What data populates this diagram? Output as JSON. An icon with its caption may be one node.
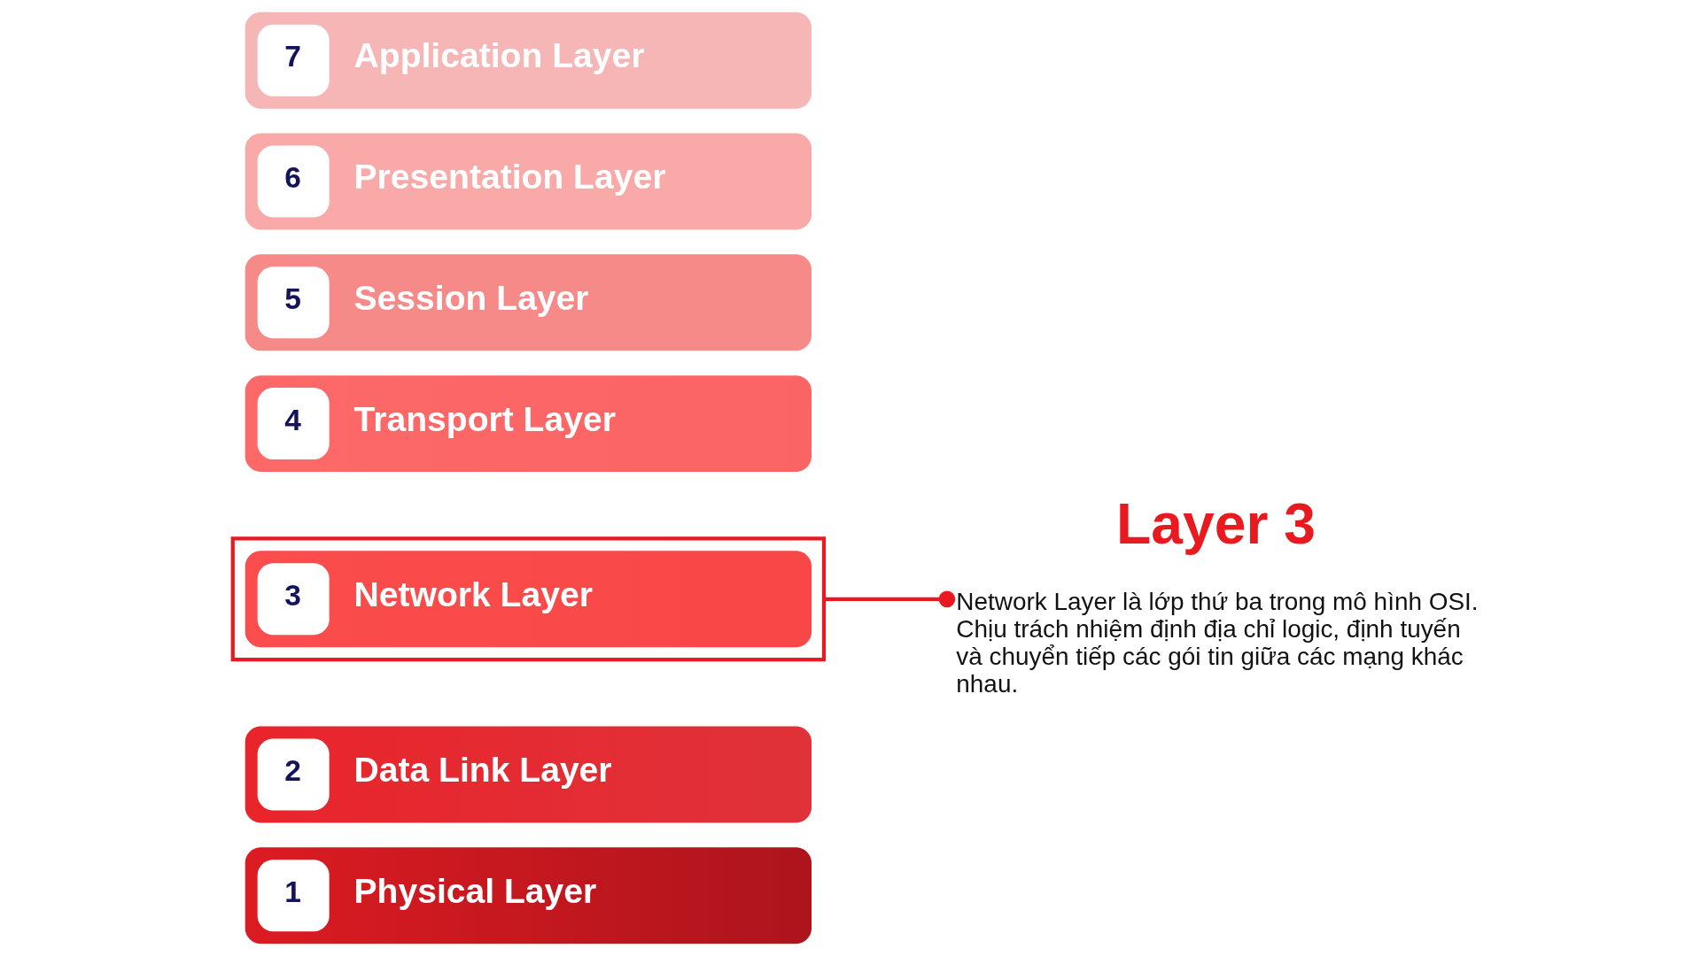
{
  "diagram": {
    "nodes": [
      {
        "text": [
          "7",
          "Application Layer"
        ]
      },
      {
        "text": [
          "6",
          "Presentation Layer"
        ]
      },
      {
        "text": [
          "5",
          "Session Layer"
        ]
      },
      {
        "text": [
          "4",
          "Transport Layer"
        ]
      },
      {
        "text": [],
        "shape": "box"
      },
      {
        "text": [
          "3",
          "Network Layer"
        ],
        "in": 4
      },
      {
        "text": [
          "2",
          "Data Link Layer"
        ]
      },
      {
        "text": [
          "1",
          "Physical Layer"
        ]
      },
      {
        "text": [
          "Layer 3",
          "Network Layer là lớp thứ ba trong mô hình OSI. Chịu trách nhiệm định địa chỉ logic, định tuyến và chuyển tiếp các gói tin giữa các mạng khác nhau."
        ]
      }
    ],
    "edges": [
      {
        "from": 4,
        "to": 8,
        "arrow": "other"
      }
    ]
  }
}
